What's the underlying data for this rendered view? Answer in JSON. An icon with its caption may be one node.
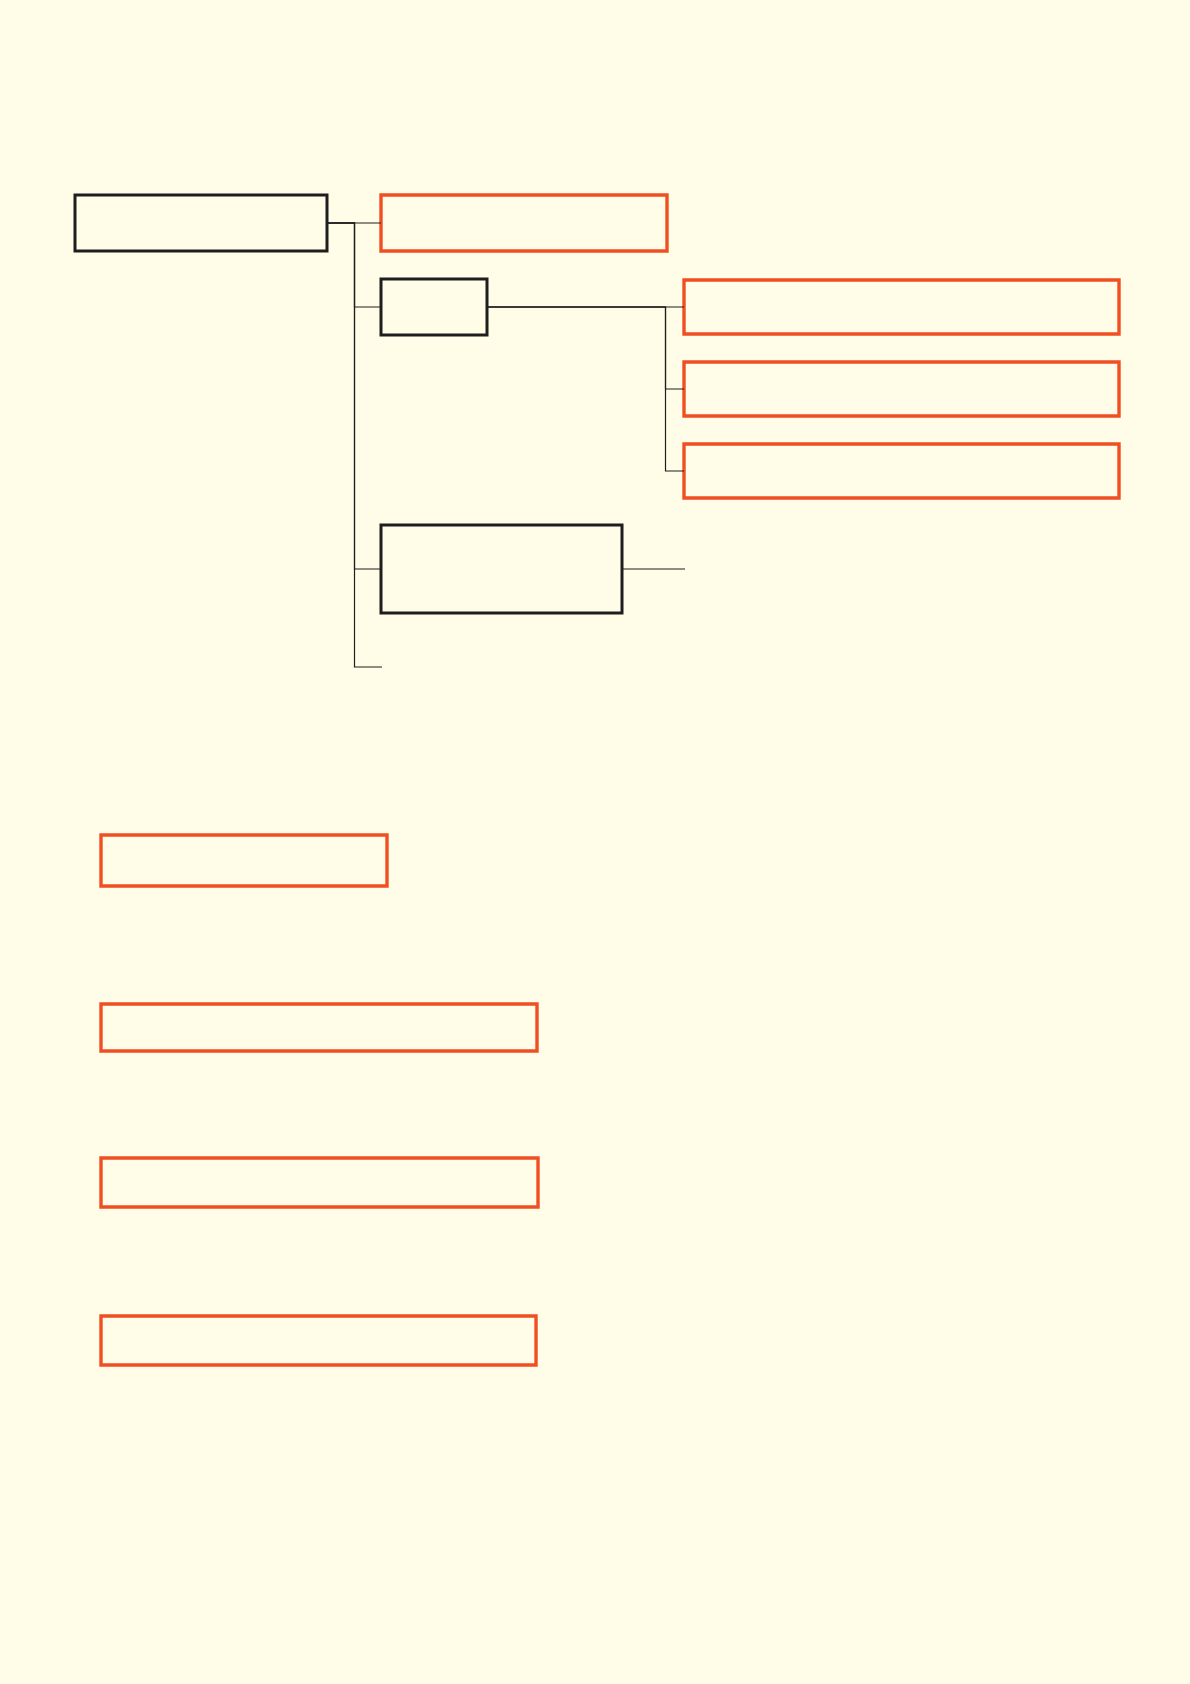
{
  "diagram": {
    "nodes": [
      {
        "text": [],
        "shape": "box"
      },
      {
        "text": [],
        "shape": "box"
      },
      {
        "text": [],
        "shape": "box"
      },
      {
        "text": [],
        "shape": "box"
      },
      {
        "text": [],
        "shape": "box"
      },
      {
        "text": [],
        "shape": "box"
      },
      {
        "text": [],
        "shape": "box"
      },
      {
        "text": [],
        "shape": "box"
      },
      {
        "text": [],
        "shape": "box"
      },
      {
        "text": [],
        "shape": "box"
      },
      {
        "text": [],
        "shape": "box"
      }
    ],
    "edges": [
      {
        "from": 0,
        "to": 1,
        "arrow": "none"
      },
      {
        "from": 0,
        "to": 2,
        "arrow": "none"
      },
      {
        "from": 0,
        "to": 6,
        "arrow": "none"
      },
      {
        "from": 0,
        "to": null,
        "arrow": "none"
      },
      {
        "from": 2,
        "to": 3,
        "arrow": "none"
      },
      {
        "from": 2,
        "to": 4,
        "arrow": "none"
      },
      {
        "from": 2,
        "to": 5,
        "arrow": "none"
      },
      {
        "from": 6,
        "to": null,
        "arrow": "none"
      }
    ]
  }
}
